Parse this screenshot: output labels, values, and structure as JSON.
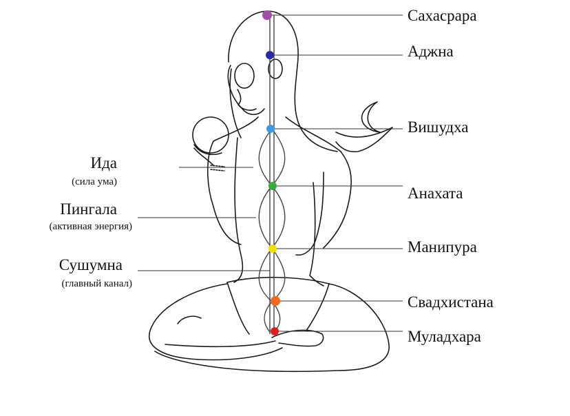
{
  "chakras": [
    {
      "name": "Сахасрара",
      "color": "#a050a8"
    },
    {
      "name": "Аджна",
      "color": "#2a2aa8"
    },
    {
      "name": "Вишудха",
      "color": "#3a9be0"
    },
    {
      "name": "Анахата",
      "color": "#3aaa3a"
    },
    {
      "name": "Манипура",
      "color": "#f2e000"
    },
    {
      "name": "Свадхистана",
      "color": "#f06a20"
    },
    {
      "name": "Муладхара",
      "color": "#e02020"
    }
  ],
  "channels": [
    {
      "name": "Ида",
      "desc": "(сила ума)"
    },
    {
      "name": "Пингала",
      "desc": "(активная энергия)"
    },
    {
      "name": "Сушумна",
      "desc": "(главный канал)"
    }
  ]
}
